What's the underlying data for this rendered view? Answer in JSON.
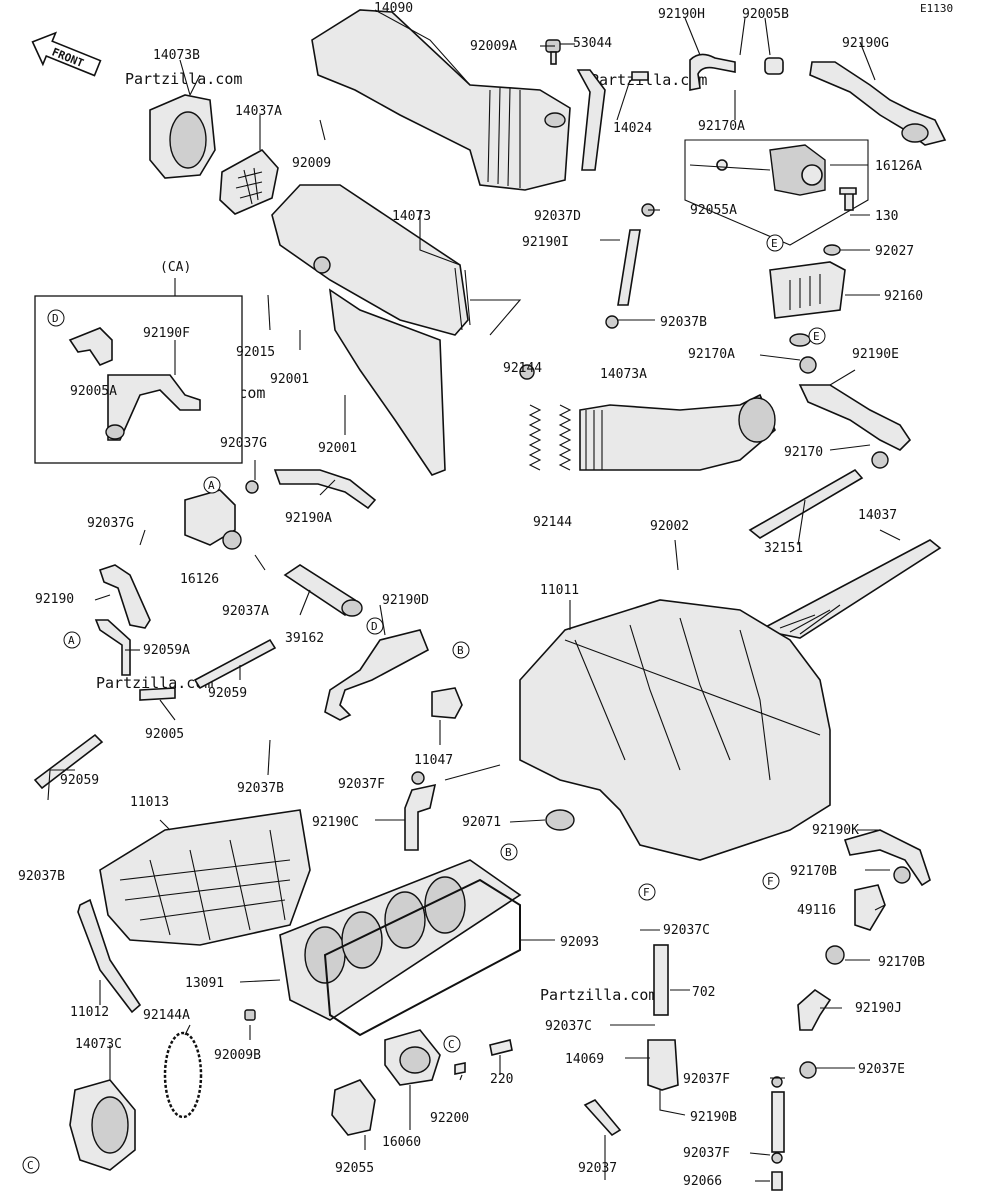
{
  "figure_code": "E1130",
  "front_label": "FRONT",
  "watermark": "Partzilla.com",
  "inset_caption": "(CA)",
  "part_labels": [
    "14090",
    "92009A",
    "53044",
    "92190H",
    "92005B",
    "92190G",
    "14073B",
    "14037A",
    "92009",
    "14024",
    "92170A",
    "16126A",
    "92055A",
    "130",
    "92027",
    "14073",
    "92037D",
    "92190I",
    "92160",
    "92037B",
    "(CA)",
    "92190F",
    "92015",
    "92001",
    "92005A",
    "92001",
    "92144",
    "14073A",
    "92170A",
    "92190E",
    "92037G",
    "92190A",
    "92170",
    "14037",
    "92037G",
    "16126",
    "92144",
    "32151",
    "92002",
    "92190",
    "92037A",
    "39162",
    "92190D",
    "11011",
    "92059A",
    "92059",
    "92005",
    "11047",
    "92059",
    "92037B",
    "92037F",
    "11013",
    "92190C",
    "92071",
    "92190K",
    "92170B",
    "92037B",
    "49116",
    "92093",
    "92037C",
    "13091",
    "92170B",
    "702",
    "11012",
    "92144A",
    "92037C",
    "92190J",
    "92009B",
    "14073C",
    "220",
    "14069",
    "92037F",
    "92037E",
    "92200",
    "92190B",
    "16060",
    "92055",
    "92037",
    "92037F",
    "92066"
  ],
  "callouts": [
    "A",
    "A",
    "B",
    "B",
    "C",
    "C",
    "D",
    "D",
    "E",
    "E",
    "F",
    "F"
  ]
}
